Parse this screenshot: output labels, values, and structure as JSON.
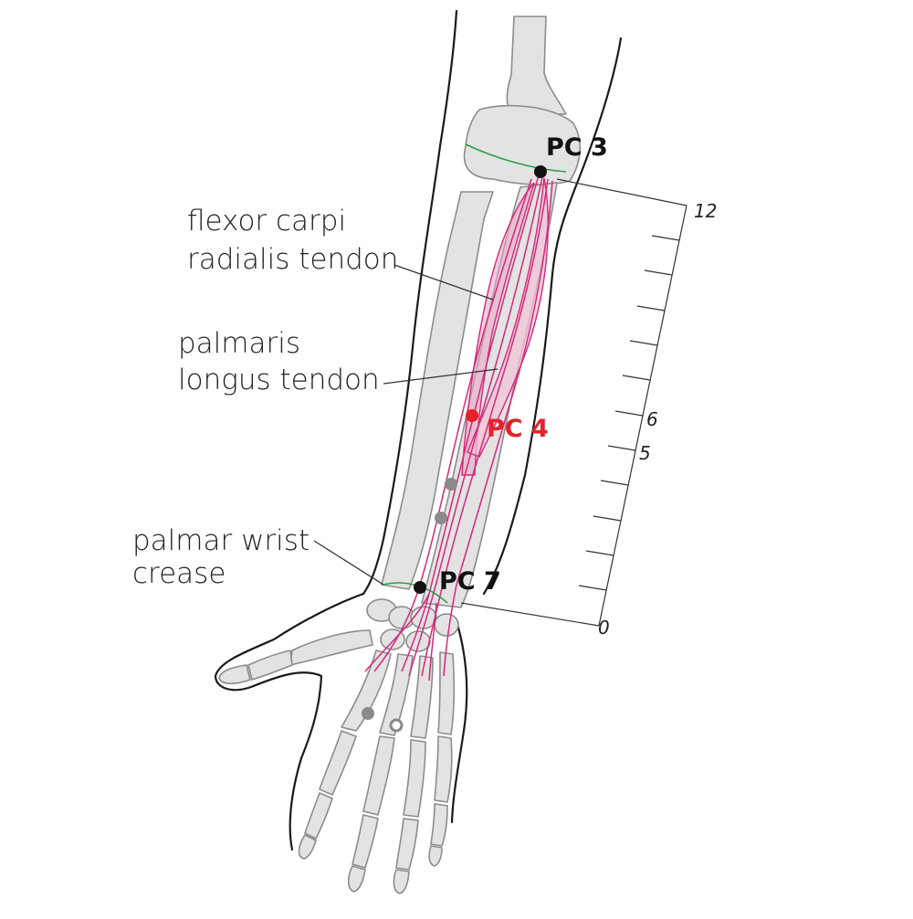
{
  "labels": {
    "flexor_line1": "flexor carpi",
    "flexor_line2": "radialis tendon",
    "palmaris_line1": "palmaris",
    "palmaris_line2": "longus tendon",
    "wrist_line1": "palmar wrist",
    "wrist_line2": "crease"
  },
  "points": {
    "pc3": "PC 3",
    "pc4": "PC 4",
    "pc7": "PC 7"
  },
  "scale": {
    "top": "12",
    "six": "6",
    "five": "5",
    "zero": "0"
  },
  "colors": {
    "highlight_point": "#e8202a",
    "reference_point": "#111111",
    "tendon": "#d6287a",
    "muscle_fill": "#e9a6c4",
    "crease": "#2aa04a",
    "secondary_point": "#8a8a8a"
  }
}
